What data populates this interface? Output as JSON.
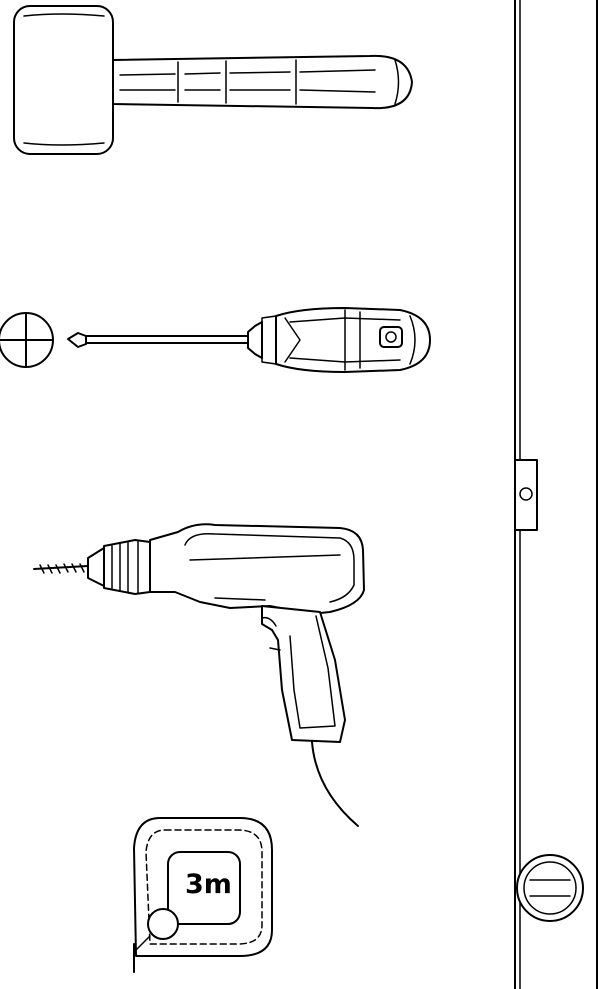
{
  "tools": [
    {
      "id": "mallet",
      "icon": "mallet-icon"
    },
    {
      "id": "screwdriver",
      "icon": "phillips-screwdriver-icon"
    },
    {
      "id": "drill",
      "icon": "electric-drill-icon"
    },
    {
      "id": "tape-measure",
      "icon": "tape-measure-icon",
      "label": "3m"
    },
    {
      "id": "spirit-level",
      "icon": "spirit-level-icon"
    }
  ],
  "colors": {
    "line": "#000000",
    "background": "#ffffff"
  }
}
